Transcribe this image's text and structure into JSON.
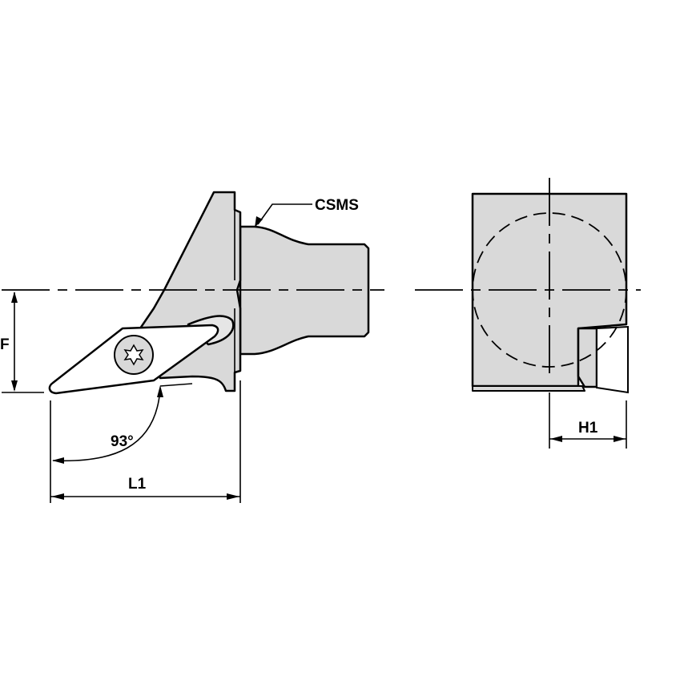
{
  "labels": {
    "csms": "CSMS",
    "f": "F",
    "l1": "L1",
    "angle": "93°",
    "h1": "H1"
  },
  "colors": {
    "part_fill": "#d9d9d9",
    "line": "#000000",
    "insert": "#ffffff"
  }
}
